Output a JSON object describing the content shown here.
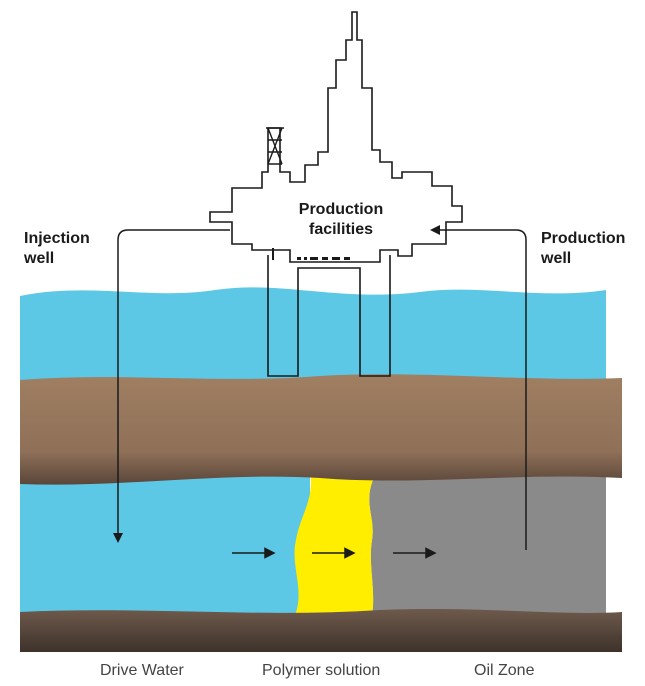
{
  "labels": {
    "injection_well": [
      "Injection",
      "well"
    ],
    "production_well": [
      "Production",
      "well"
    ],
    "production_facilities": [
      "Production",
      "facilities"
    ]
  },
  "captions": {
    "drive_water": "Drive Water",
    "polymer_solution": "Polymer solution",
    "oil_zone": "Oil Zone"
  },
  "colors": {
    "sea": "#5cc8e6",
    "rock": "#9a7a60",
    "seabed": "#5c4a3e",
    "polymer": "#ffee00",
    "oil": "#8a8a8a",
    "line": "#1a1a1a"
  }
}
